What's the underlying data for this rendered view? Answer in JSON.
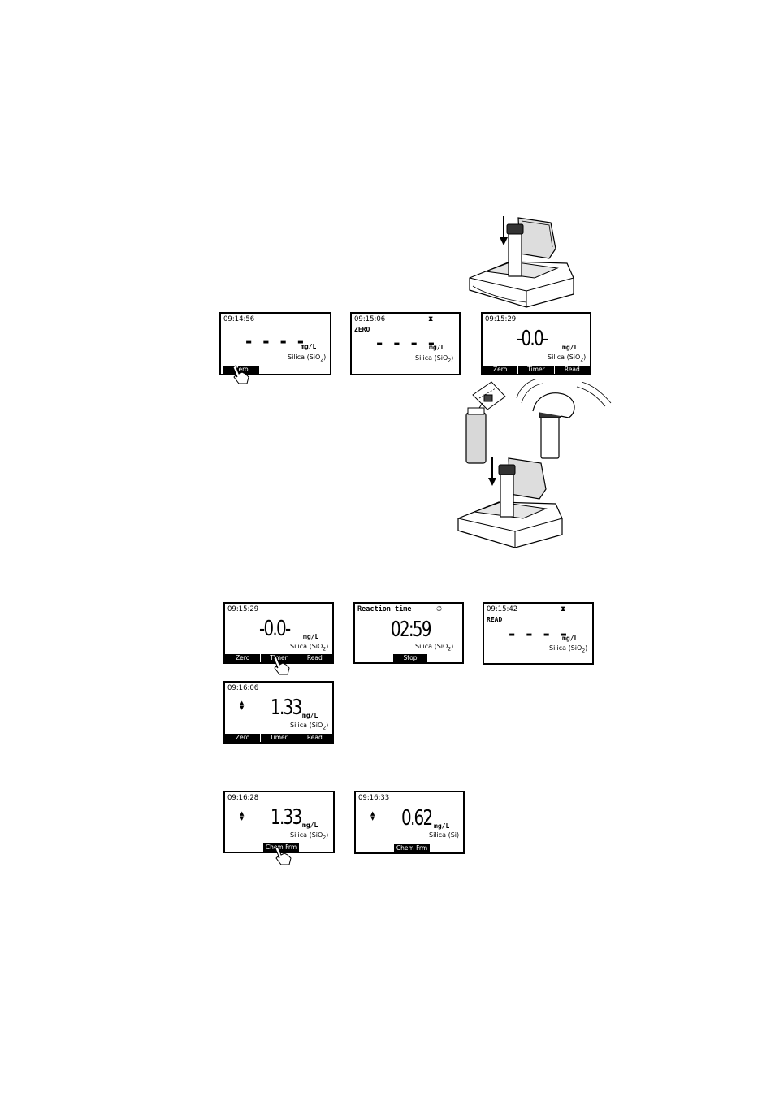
{
  "screens": {
    "s1": {
      "time": "09:14:56",
      "value": "- - - -",
      "unit": "mg/L",
      "param": "Silica (SiO",
      "param_sub": "2",
      "param_end": ")",
      "keys": [
        "Zero"
      ]
    },
    "s2": {
      "time": "09:15:06",
      "state": "ZERO",
      "value": "- - - -",
      "unit": "mg/L",
      "param": "Silica (SiO",
      "param_sub": "2",
      "param_end": ")"
    },
    "s3": {
      "time": "09:15:29",
      "value": "-0.0-",
      "unit": "mg/L",
      "param": "Silica (SiO",
      "param_sub": "2",
      "param_end": ")",
      "keys": [
        "Zero",
        "Timer",
        "Read"
      ]
    },
    "s4": {
      "time": "09:15:29",
      "value": "-0.0-",
      "unit": "mg/L",
      "param": "Silica (SiO",
      "param_sub": "2",
      "param_end": ")",
      "keys": [
        "Zero",
        "Timer",
        "Read"
      ]
    },
    "s5": {
      "title": "Reaction time",
      "value": "02:59",
      "param": "Silica (SiO",
      "param_sub": "2",
      "param_end": ")",
      "keys": [
        "Stop"
      ]
    },
    "s6": {
      "time": "09:15:42",
      "state": "READ",
      "value": "- - - -",
      "unit": "mg/L",
      "param": "Silica (SiO",
      "param_sub": "2",
      "param_end": ")"
    },
    "s7": {
      "time": "09:16:06",
      "value": "1.33",
      "unit": "mg/L",
      "param": "Silica (SiO",
      "param_sub": "2",
      "param_end": ")",
      "keys": [
        "Zero",
        "Timer",
        "Read"
      ]
    },
    "s8": {
      "time": "09:16:28",
      "value": "1.33",
      "unit": "mg/L",
      "param": "Silica (SiO",
      "param_sub": "2",
      "param_end": ")",
      "keys": [
        "Chem Frm"
      ]
    },
    "s9": {
      "time": "09:16:33",
      "value": "0.62",
      "unit": "mg/L",
      "param": "Silica (Si)",
      "keys": [
        "Chem Frm"
      ]
    }
  }
}
